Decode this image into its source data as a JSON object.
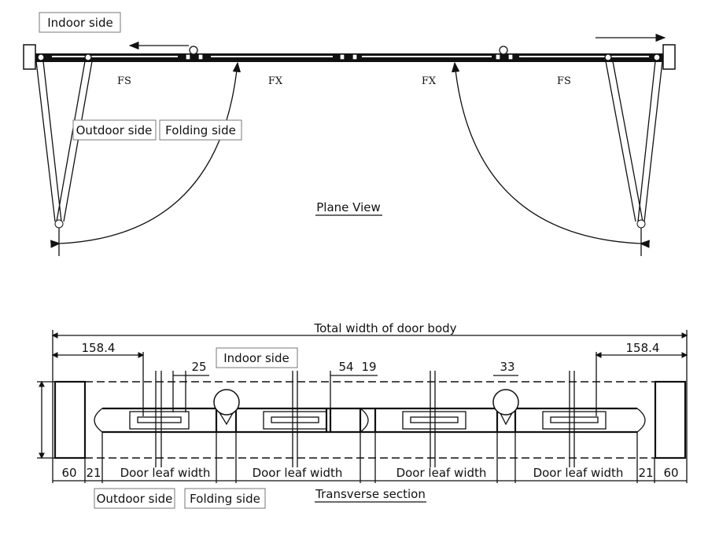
{
  "plane_view": {
    "title": "Plane View",
    "indoor_label": "Indoor side",
    "outdoor_label": "Outdoor side",
    "folding_label": "Folding side",
    "leaf_labels": [
      "FS",
      "FX",
      "FX",
      "FS"
    ]
  },
  "transverse": {
    "title": "Transverse section",
    "total_width_label": "Total width of door body",
    "indoor_label": "Indoor side",
    "outdoor_label": "Outdoor side",
    "folding_label": "Folding side",
    "dims": {
      "left_offset": "158.4",
      "right_offset": "158.4",
      "d25": "25",
      "d54": "54",
      "d19": "19",
      "d33": "33",
      "left_frame": "60",
      "left_gap": "21",
      "right_gap": "21",
      "right_frame": "60"
    },
    "leaf_width_labels": [
      "Door leaf width",
      "Door leaf width",
      "Door leaf width",
      "Door leaf width"
    ]
  }
}
